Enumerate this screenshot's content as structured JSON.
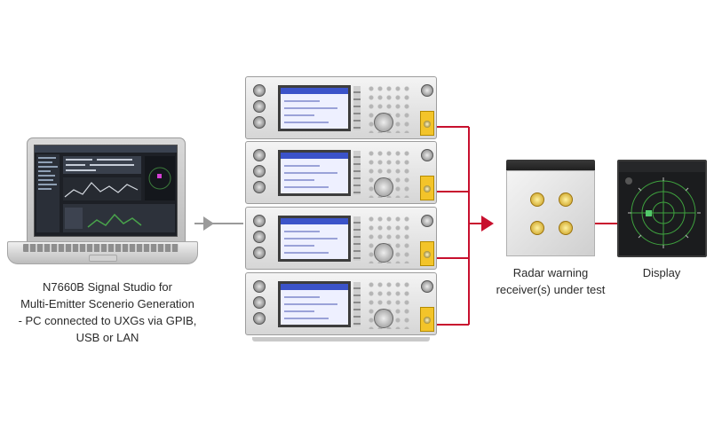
{
  "pc": {
    "caption_lines": [
      "N7660B Signal Studio for",
      "Multi-Emitter Scenerio Generation",
      "- PC connected to UXGs via GPIB,",
      "USB or LAN"
    ]
  },
  "receiver": {
    "caption_lines": [
      "Radar warning",
      "receiver(s) under test"
    ]
  },
  "display": {
    "caption": "Display"
  },
  "colors": {
    "rf_link": "#c8102e",
    "control_arrow": "#9a9a9a",
    "output_port": "#f3c42a"
  },
  "instruments": {
    "count": 4,
    "icon": "uxg-signal-generator-icon"
  }
}
